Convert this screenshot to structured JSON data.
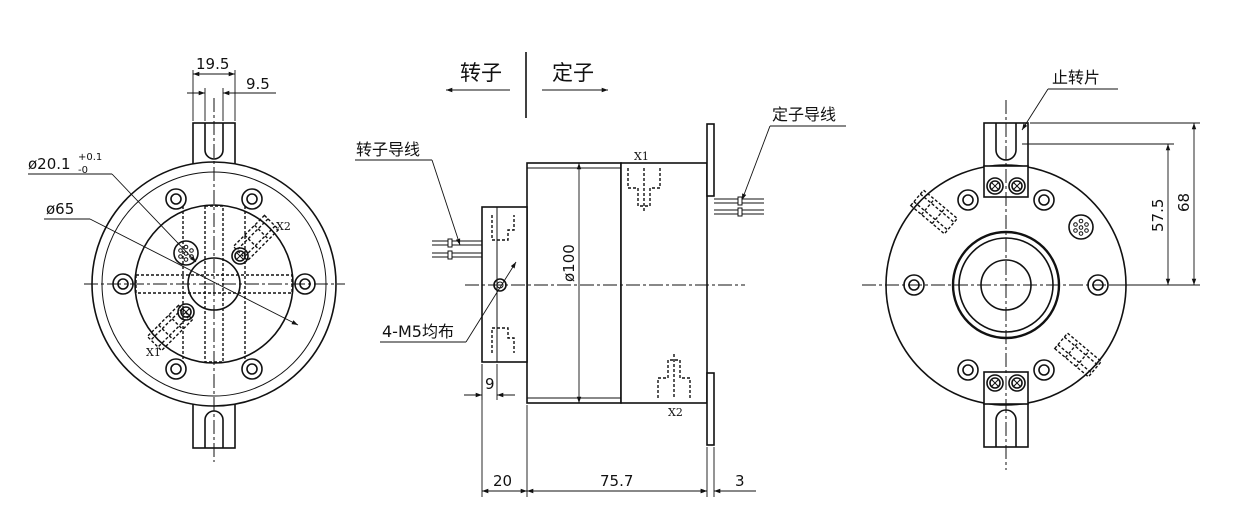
{
  "labels": {
    "rotor": "转子",
    "stator": "定子",
    "rotor_wire": "转子导线",
    "stator_wire": "定子导线",
    "stop_tab": "止转片",
    "mounting_holes": "4-M5均布",
    "x1": "X1",
    "x2": "X2"
  },
  "dimensions": {
    "d_19_5": "19.5",
    "d_9_5": "9.5",
    "d_shaft_main": "ø20.1",
    "d_shaft_tol_upper": "+0.1",
    "d_shaft_tol_lower": "-0",
    "d_65": "ø65",
    "d_100": "ø100",
    "d_9": "9",
    "d_20": "20",
    "d_75_7": "75.7",
    "d_3": "3",
    "d_57_5": "57.5",
    "d_68": "68"
  }
}
